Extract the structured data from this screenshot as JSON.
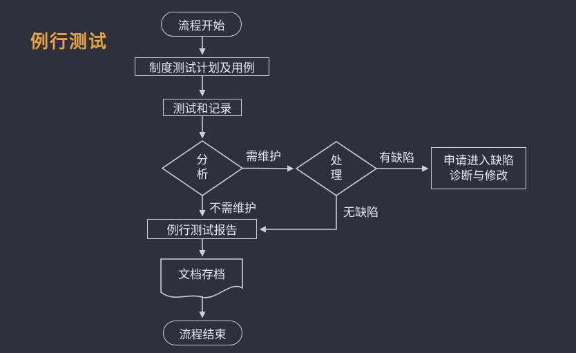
{
  "title": "例行测试",
  "colors": {
    "background": "#2b303b",
    "line": "#cbcfd7",
    "text": "#e6e8ed",
    "title": "#e8a33c"
  },
  "nodes": {
    "start": {
      "type": "stadium",
      "label": "流程开始"
    },
    "plan": {
      "type": "rect",
      "label": "制度测试计划及用例"
    },
    "test_record": {
      "type": "rect",
      "label": "测试和记录"
    },
    "analyze": {
      "type": "diamond",
      "lines": [
        "分",
        "析"
      ]
    },
    "handle": {
      "type": "diamond",
      "lines": [
        "处",
        "理"
      ]
    },
    "defect_request": {
      "type": "rect",
      "lines": [
        "申请进入缺陷",
        "诊断与修改"
      ]
    },
    "report": {
      "type": "rect",
      "label": "例行测试报告"
    },
    "archive": {
      "type": "document",
      "label": "文档存档"
    },
    "end": {
      "type": "stadium",
      "label": "流程结束"
    }
  },
  "edges": [
    {
      "from": "start",
      "to": "plan",
      "label": ""
    },
    {
      "from": "plan",
      "to": "test_record",
      "label": ""
    },
    {
      "from": "test_record",
      "to": "analyze",
      "label": ""
    },
    {
      "from": "analyze",
      "to": "handle",
      "label": "需维护"
    },
    {
      "from": "handle",
      "to": "defect_request",
      "label": "有缺陷"
    },
    {
      "from": "analyze",
      "to": "report",
      "label": "不需维护"
    },
    {
      "from": "handle",
      "to": "report",
      "label": "无缺陷"
    },
    {
      "from": "report",
      "to": "archive",
      "label": ""
    },
    {
      "from": "archive",
      "to": "end",
      "label": ""
    }
  ]
}
